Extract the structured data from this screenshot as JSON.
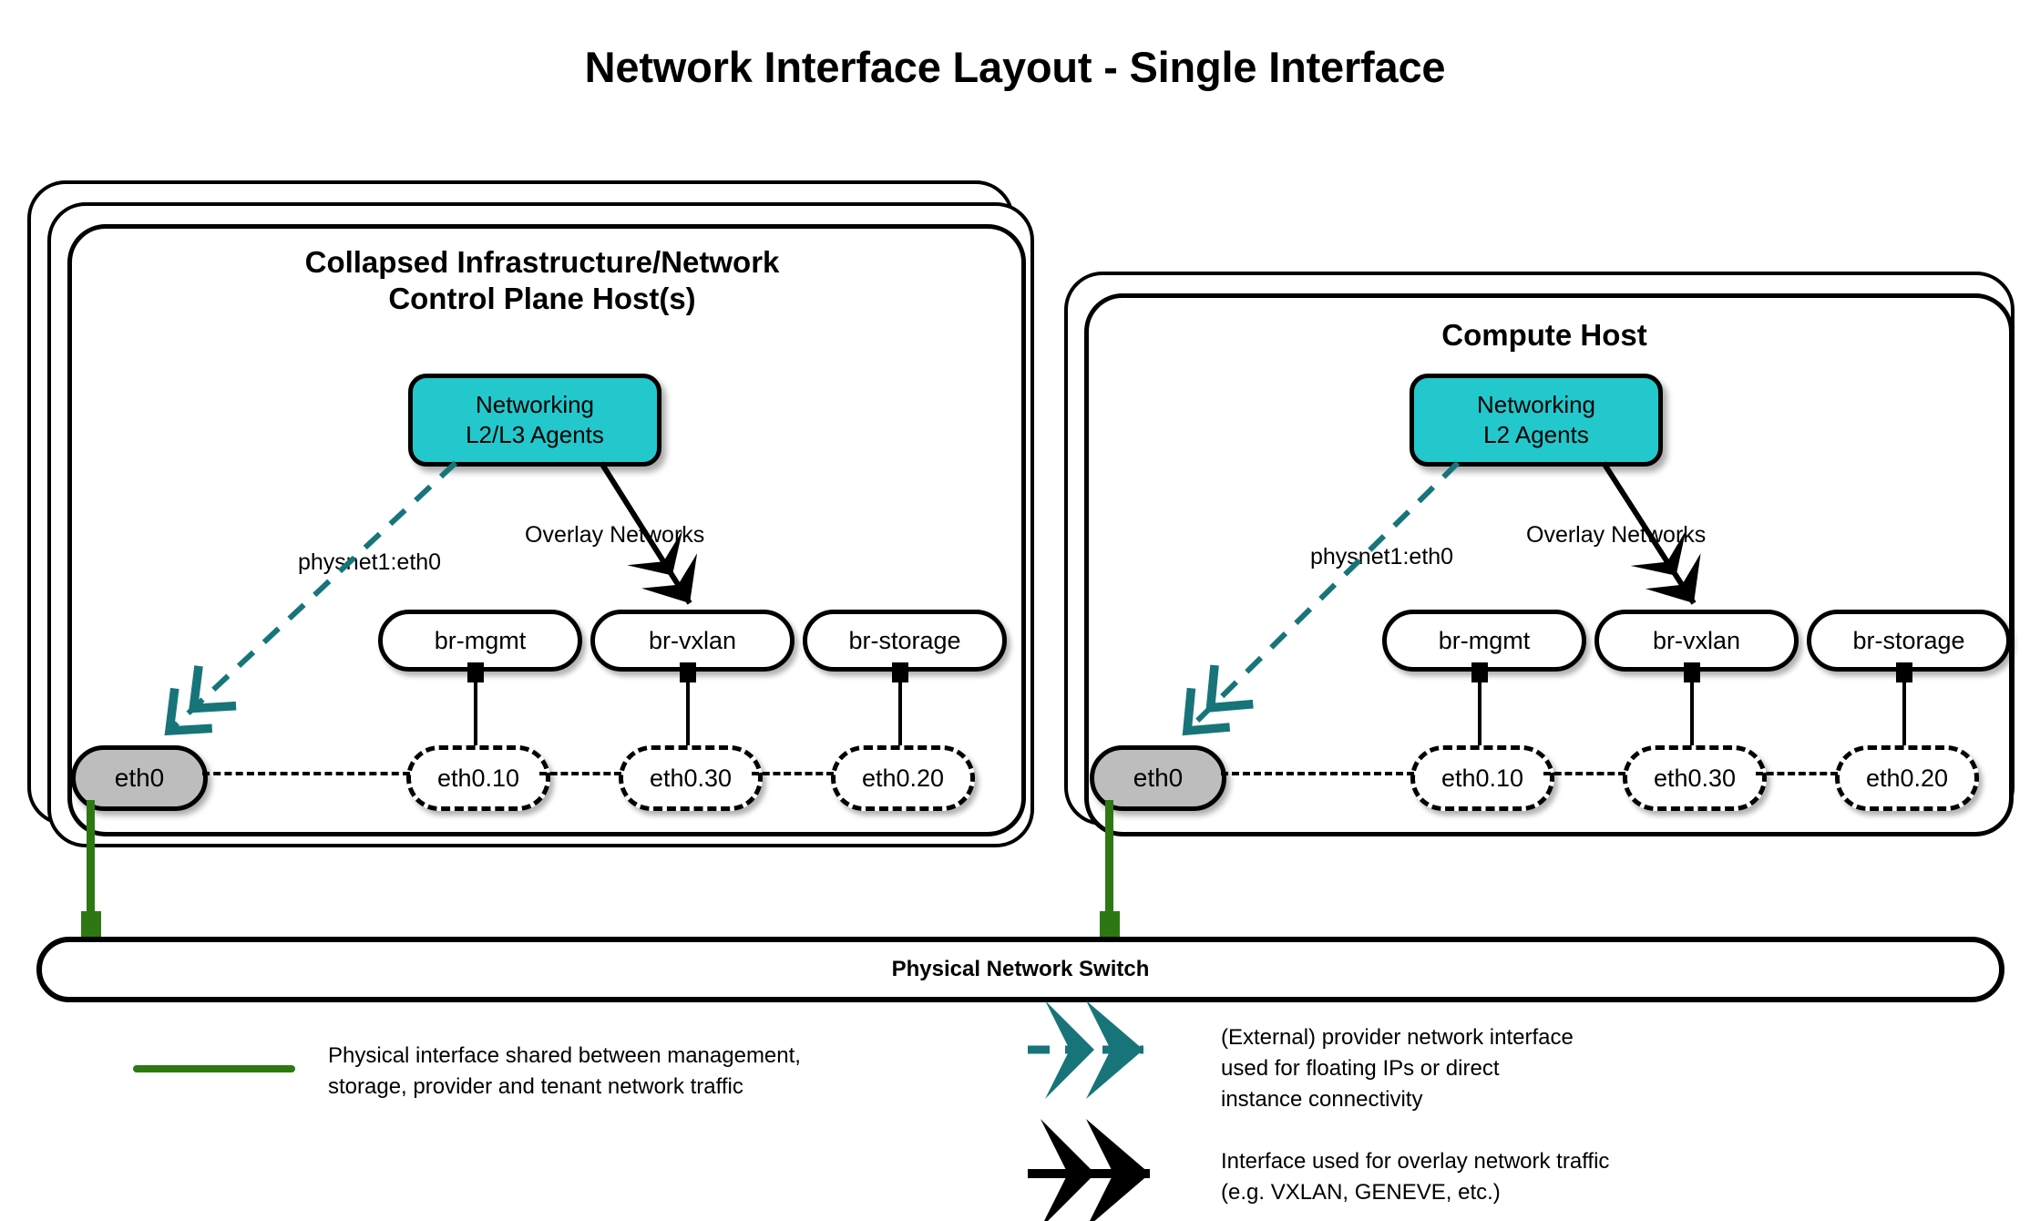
{
  "title": "Network Interface Layout - Single Interface",
  "colors": {
    "agent_fill": "#22C8CC",
    "nic_fill": "#BDBDBD",
    "physical_green": "#2E7814",
    "provider_teal": "#17757A",
    "stroke": "#000000",
    "background": "#FFFFFF"
  },
  "hosts": [
    {
      "id": "control-plane-host",
      "title_line1": "Collapsed Infrastructure/Network",
      "title_line2": "Control Plane Host(s)",
      "stack_layers": 3,
      "agent": {
        "line1": "Networking",
        "line2": "L2/L3 Agents"
      },
      "provider_label": "physnet1:eth0",
      "overlay_label": "Overlay Networks",
      "nic": "eth0",
      "bridges": [
        {
          "bridge": "br-mgmt",
          "vlan": "eth0.10"
        },
        {
          "bridge": "br-vxlan",
          "vlan": "eth0.30"
        },
        {
          "bridge": "br-storage",
          "vlan": "eth0.20"
        }
      ]
    },
    {
      "id": "compute-host",
      "title_line1": "Compute Host",
      "title_line2": "",
      "stack_layers": 2,
      "agent": {
        "line1": "Networking",
        "line2": "L2 Agents"
      },
      "provider_label": "physnet1:eth0",
      "overlay_label": "Overlay Networks",
      "nic": "eth0",
      "bridges": [
        {
          "bridge": "br-mgmt",
          "vlan": "eth0.10"
        },
        {
          "bridge": "br-vxlan",
          "vlan": "eth0.30"
        },
        {
          "bridge": "br-storage",
          "vlan": "eth0.20"
        }
      ]
    }
  ],
  "switch": {
    "label": "Physical Network Switch"
  },
  "legend": {
    "items": [
      {
        "id": "physical-interface",
        "style": "solid-green-line",
        "line1": "Physical interface shared between management,",
        "line2": "storage, provider and tenant network traffic",
        "line3": ""
      },
      {
        "id": "provider-network-interface",
        "style": "dashed-teal-arrow",
        "line1": "(External) provider network interface",
        "line2": "used for floating IPs or direct",
        "line3": "instance connectivity"
      },
      {
        "id": "overlay-network-interface",
        "style": "solid-black-arrow",
        "line1": "Interface used for overlay network traffic",
        "line2": "(e.g. VXLAN, GENEVE, etc.)",
        "line3": ""
      }
    ]
  }
}
